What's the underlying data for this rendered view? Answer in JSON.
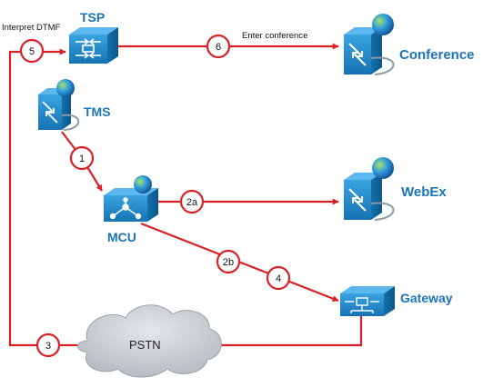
{
  "colors": {
    "link": "#d92027",
    "label": "#1b75bb",
    "device_blue": "#1e88c9",
    "cloud": "#c7ccd1"
  },
  "nodes": {
    "tsp": {
      "label": "TSP",
      "icon": "switch-icon"
    },
    "conference": {
      "label": "Conference",
      "icon": "server-globe-icon"
    },
    "tms": {
      "label": "TMS",
      "icon": "server-globe-icon"
    },
    "mcu": {
      "label": "MCU",
      "icon": "mcu-globe-icon"
    },
    "webex": {
      "label": "WebEx",
      "icon": "server-globe-icon"
    },
    "gateway": {
      "label": "Gateway",
      "icon": "gateway-icon"
    },
    "pstn": {
      "label": "PSTN",
      "icon": "cloud-icon"
    }
  },
  "edge_labels": {
    "interpret_dtmf": "Interpret DTMF",
    "enter_conference": "Enter conference"
  },
  "steps": {
    "s1": "1",
    "s2a": "2a",
    "s2b": "2b",
    "s3": "3",
    "s4": "4",
    "s5": "5",
    "s6": "6"
  }
}
